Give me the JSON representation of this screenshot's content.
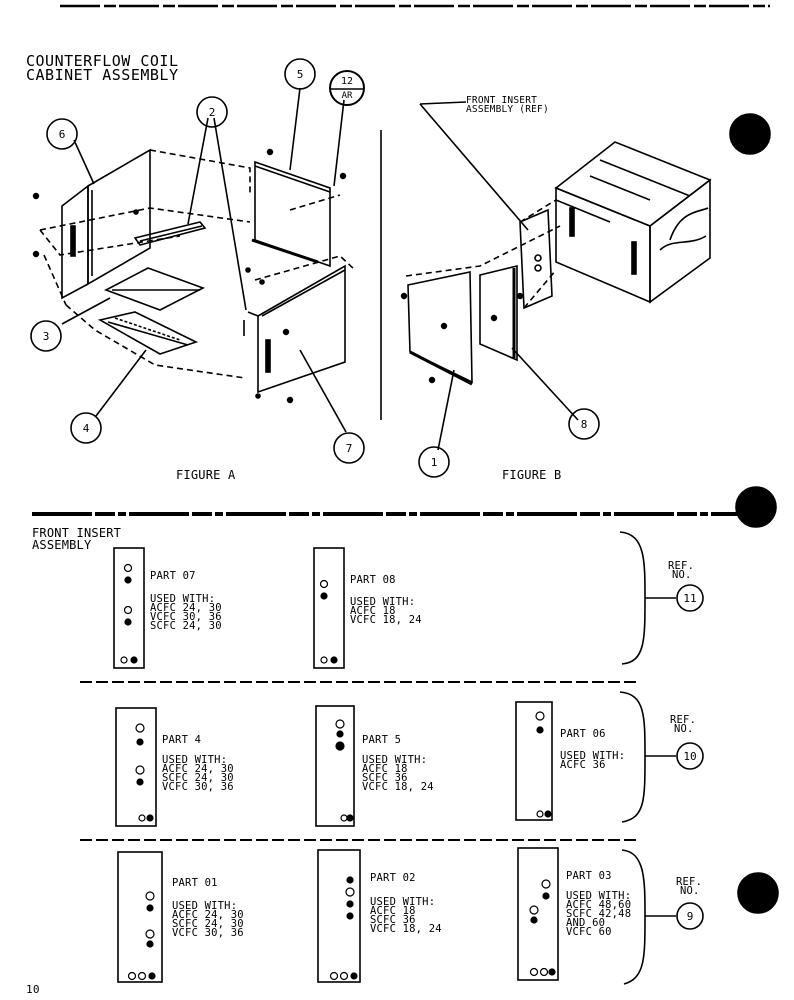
{
  "title_line1": "COUNTERFLOW COIL",
  "title_line2": "CABINET ASSEMBLY",
  "front_insert_ref_line1": "FRONT INSERT",
  "front_insert_ref_line2": "ASSEMBLY (REF)",
  "figure_a": "FIGURE A",
  "figure_b": "FIGURE B",
  "callouts": {
    "c1": "1",
    "c2": "2",
    "c3": "3",
    "c4": "4",
    "c5": "5",
    "c6": "6",
    "c7": "7",
    "c8": "8",
    "c12": "12",
    "c12_sub": "AR"
  },
  "front_insert_line1": "FRONT INSERT",
  "front_insert_line2": "ASSEMBLY",
  "used_with": "USED WITH:",
  "ref_no_line1": "REF.",
  "ref_no_line2": "NO.",
  "rows": [
    {
      "ref": "11",
      "parts": [
        {
          "label": "PART 07",
          "uses": [
            "ACFC 24, 30",
            "VCFC 30, 36",
            "SCFC 24, 30"
          ]
        },
        {
          "label": "PART 08",
          "uses": [
            "ACFC 18",
            "VCFC 18, 24"
          ]
        }
      ]
    },
    {
      "ref": "10",
      "parts": [
        {
          "label": "PART 4",
          "uses": [
            "ACFC 24, 30",
            "SCFC 24, 30",
            "VCFC 30, 36"
          ]
        },
        {
          "label": "PART 5",
          "uses": [
            "ACFC 18",
            "SCFC 36",
            "VCFC 18, 24"
          ]
        },
        {
          "label": "PART 06",
          "uses": [
            "ACFC 36"
          ]
        }
      ]
    },
    {
      "ref": "9",
      "parts": [
        {
          "label": "PART 01",
          "uses": [
            "ACFC 24, 30",
            "SCFC 24, 30",
            "VCFC 30, 36"
          ]
        },
        {
          "label": "PART 02",
          "uses": [
            "ACFC 18",
            "SCFC 36",
            "VCFC 18, 24"
          ]
        },
        {
          "label": "PART 03",
          "uses": [
            "ACFC 48,60",
            "SCFC 42,48",
            "AND 60",
            "VCFC 60"
          ]
        }
      ]
    }
  ],
  "page_number": "10"
}
